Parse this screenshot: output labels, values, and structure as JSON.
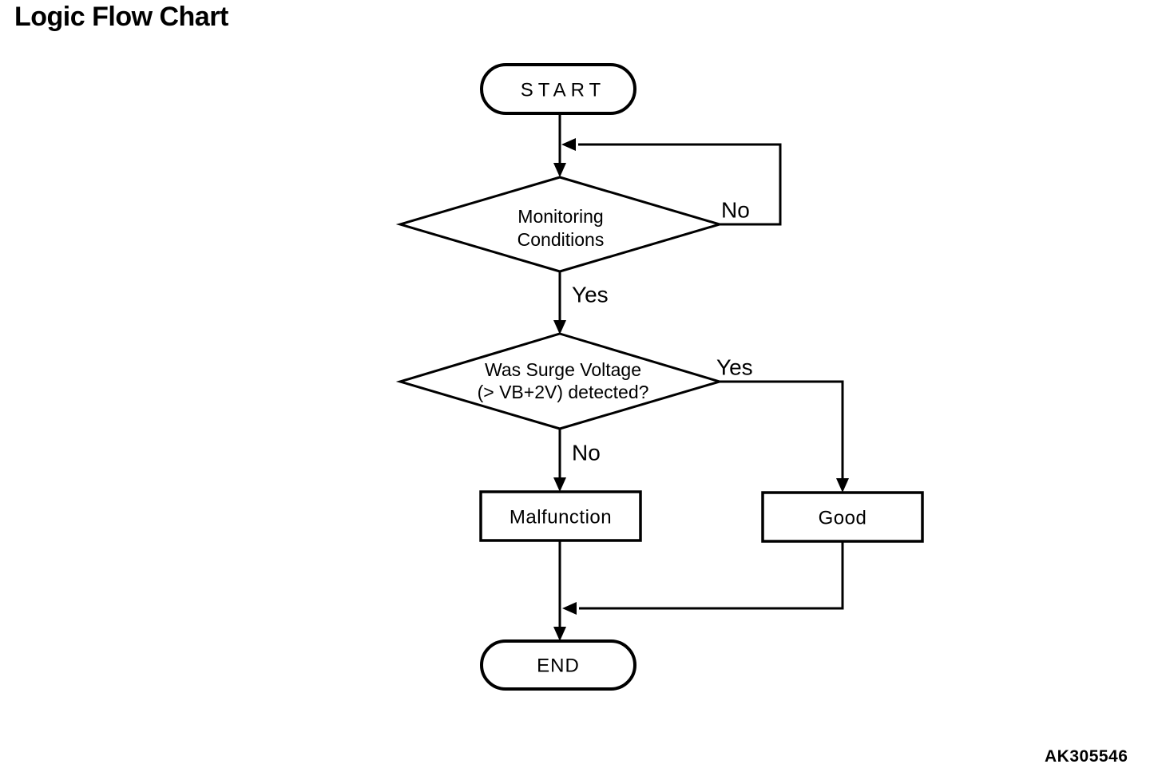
{
  "page": {
    "title": "Logic Flow Chart",
    "figure_code": "AK305546",
    "background_color": "#ffffff",
    "line_color": "#000000"
  },
  "flowchart": {
    "nodes": {
      "start": {
        "type": "terminator",
        "label": "START"
      },
      "monitoring_conditions": {
        "type": "decision",
        "lines": [
          "Monitoring",
          "Conditions"
        ]
      },
      "surge_voltage": {
        "type": "decision",
        "lines": [
          "Was Surge Voltage",
          "(> VB+2V) detected?"
        ]
      },
      "malfunction": {
        "type": "process",
        "label": "Malfunction"
      },
      "good": {
        "type": "process",
        "label": "Good"
      },
      "end": {
        "type": "terminator",
        "label": "END"
      }
    },
    "edges": [
      {
        "from": "start",
        "to": "monitoring_conditions",
        "label": ""
      },
      {
        "from": "monitoring_conditions",
        "to": "loop_back_junction",
        "label": "No"
      },
      {
        "from": "monitoring_conditions",
        "to": "surge_voltage",
        "label": "Yes"
      },
      {
        "from": "surge_voltage",
        "to": "good",
        "label": "Yes"
      },
      {
        "from": "surge_voltage",
        "to": "malfunction",
        "label": "No"
      },
      {
        "from": "malfunction",
        "to": "end",
        "label": ""
      },
      {
        "from": "good",
        "to": "end",
        "label": ""
      }
    ]
  }
}
